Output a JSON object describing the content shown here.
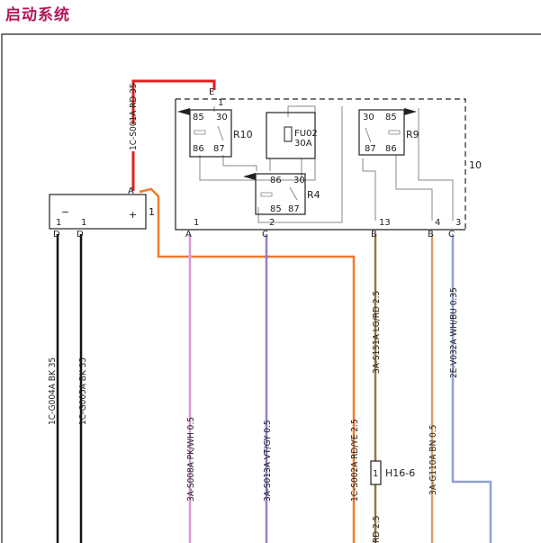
{
  "title": "启动系统",
  "colors": {
    "title": "#b0185a",
    "red": "#e02020",
    "orange": "#f07a2a",
    "pink": "#d79ad4",
    "purple": "#9a7bc8",
    "olive": "#8f7c3c",
    "tan": "#d6a061",
    "blue": "#8fa3cf",
    "black": "#111111"
  },
  "module": {
    "label": "10"
  },
  "relays": {
    "r10": {
      "name": "R10",
      "pins": [
        "85",
        "30",
        "86",
        "87"
      ]
    },
    "r4": {
      "name": "R4",
      "pins": [
        "86",
        "30",
        "85",
        "87"
      ]
    },
    "r9": {
      "name": "R9",
      "pins": [
        "30",
        "85",
        "87",
        "86"
      ]
    }
  },
  "fuse": {
    "name": "FU02",
    "rating": "30A"
  },
  "battery": {
    "pin": "1",
    "minus": "−",
    "plus": "+",
    "term_a": "A",
    "left_pins": [
      "1",
      "1"
    ],
    "connectors": [
      "D",
      "D"
    ]
  },
  "top_terminal": {
    "letter": "E",
    "pin": "1"
  },
  "module_pins": [
    {
      "pin": "1",
      "letter": "A"
    },
    {
      "pin": "2",
      "letter": "C"
    },
    {
      "pin": "13",
      "letter": "B"
    },
    {
      "pin": "4",
      "letter": "B"
    },
    {
      "pin": "3",
      "letter": "C"
    }
  ],
  "wires": {
    "s001": "1C-S001A RD 35",
    "g004": "1C-G004A BK 35",
    "g005": "1C-G005A BK 35",
    "s008": "3A-S008A PK/WH 0.5",
    "s013": "3A-S013A VT/GY 0.5",
    "s002": "1C-S002A RD/YE 2.5",
    "s151": "3A-S151A LG/RD 2.5",
    "s151b": "RD 2.5",
    "g110": "3A-G110A BN 0.5",
    "v032": "2E-V032A WH/BU 0.35"
  },
  "splice": {
    "pin": "1",
    "label": "H16-6"
  }
}
